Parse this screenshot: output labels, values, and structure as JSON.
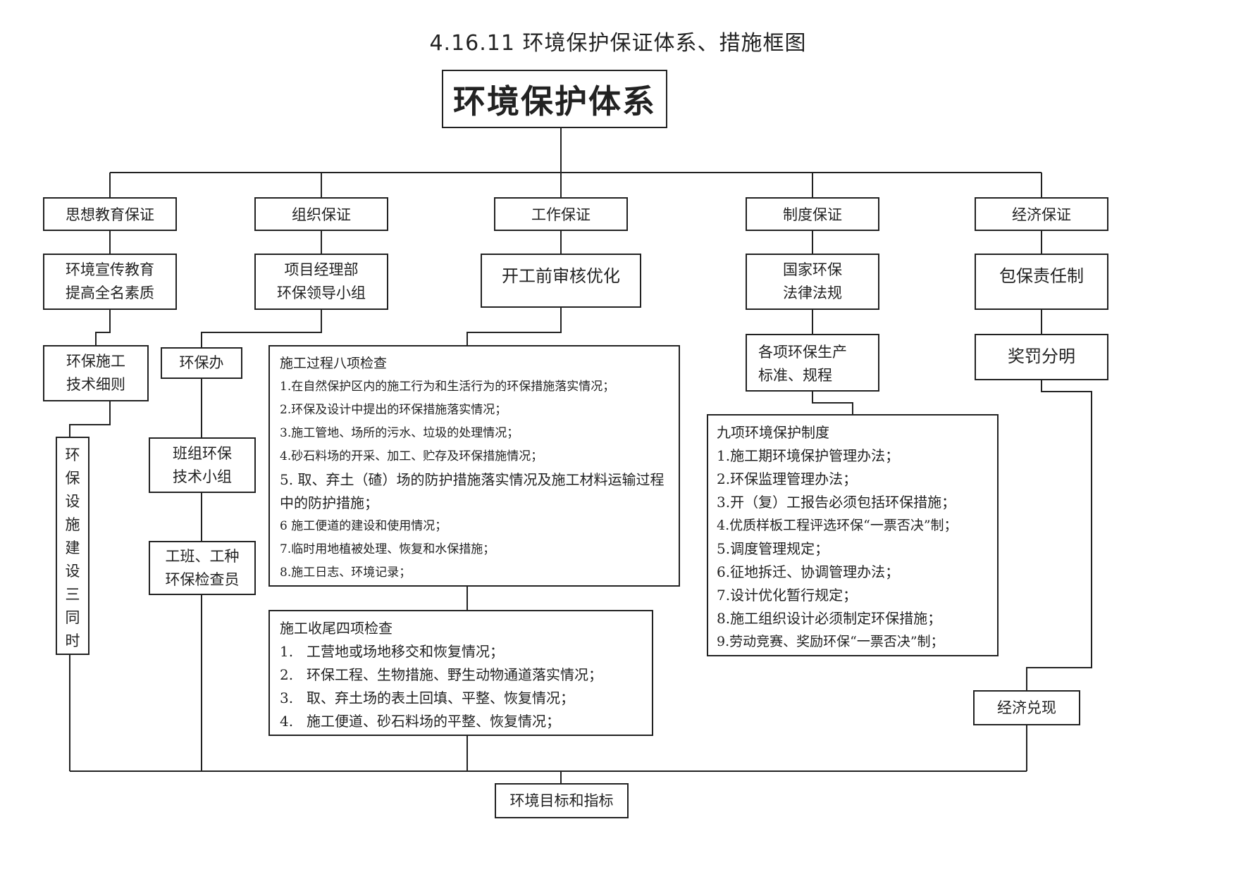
{
  "title": "4.16.11 环境保护保证体系、措施框图",
  "root": "环境保护体系",
  "headers": [
    "思想教育保证",
    "组织保证",
    "工作保证",
    "制度保证",
    "经济保证"
  ],
  "col1": {
    "education": [
      "环境宣传教育",
      "提高全名素质"
    ],
    "tech_rules": [
      "环保施工",
      "技术细则"
    ],
    "vertical": [
      "环",
      "保",
      "设",
      "施",
      "建",
      "设",
      "三",
      "同",
      "时"
    ]
  },
  "col2": {
    "leader_group": [
      "项目经理部",
      "环保领导小组"
    ],
    "office": "环保办",
    "team_group": [
      "班组环保",
      "技术小组"
    ],
    "inspectors": [
      "工班、工种",
      "环保检查员"
    ]
  },
  "col3": {
    "pre_review": "开工前审核优化",
    "eight_checks": {
      "heading": "施工过程八项检查",
      "items": [
        "1.在自然保护区内的施工行为和生活行为的环保措施落实情况；",
        "2.环保及设计中提出的环保措施落实情况；",
        "3.施工管地、场所的污水、垃圾的处理情况；",
        "4.砂石料场的开采、加工、贮存及环保措施情况；",
        "5. 取、弃土（碴）场的防护措施落实情况及施工材料运输过程中的防护措施；",
        "6 施工便道的建设和使用情况；",
        "7.临时用地植被处理、恢复和水保措施；",
        "8.施工日志、环境记录；"
      ]
    },
    "four_checks": {
      "heading": "施工收尾四项检查",
      "items": [
        {
          "num": "1.",
          "text": "工营地或场地移交和恢复情况；"
        },
        {
          "num": "2.",
          "text": "环保工程、生物措施、野生动物通道落实情况；"
        },
        {
          "num": "3.",
          "text": "取、弃土场的表土回填、平整、恢复情况；"
        },
        {
          "num": "4.",
          "text": "施工便道、砂石料场的平整、恢复情况；"
        }
      ]
    }
  },
  "col4": {
    "laws": [
      "国家环保",
      "法律法规"
    ],
    "standards": [
      "各项环保生产",
      "标准、规程"
    ],
    "nine_systems": {
      "heading": "九项环境保护制度",
      "items": [
        "1.施工期环境保护管理办法；",
        "2.环保监理管理办法；",
        "3.开（复）工报告必须包括环保措施；",
        "4.优质样板工程评选环保“一票否决”制；",
        "5.调度管理规定；",
        "6.征地拆迁、协调管理办法；",
        "7.设计优化暂行规定；",
        "8.施工组织设计必须制定环保措施；",
        "9.劳动竞赛、奖励环保“一票否决”制；"
      ]
    }
  },
  "col5": {
    "responsibility": "包保责任制",
    "reward": "奖罚分明",
    "fulfill": "经济兑现"
  },
  "target": "环境目标和指标"
}
